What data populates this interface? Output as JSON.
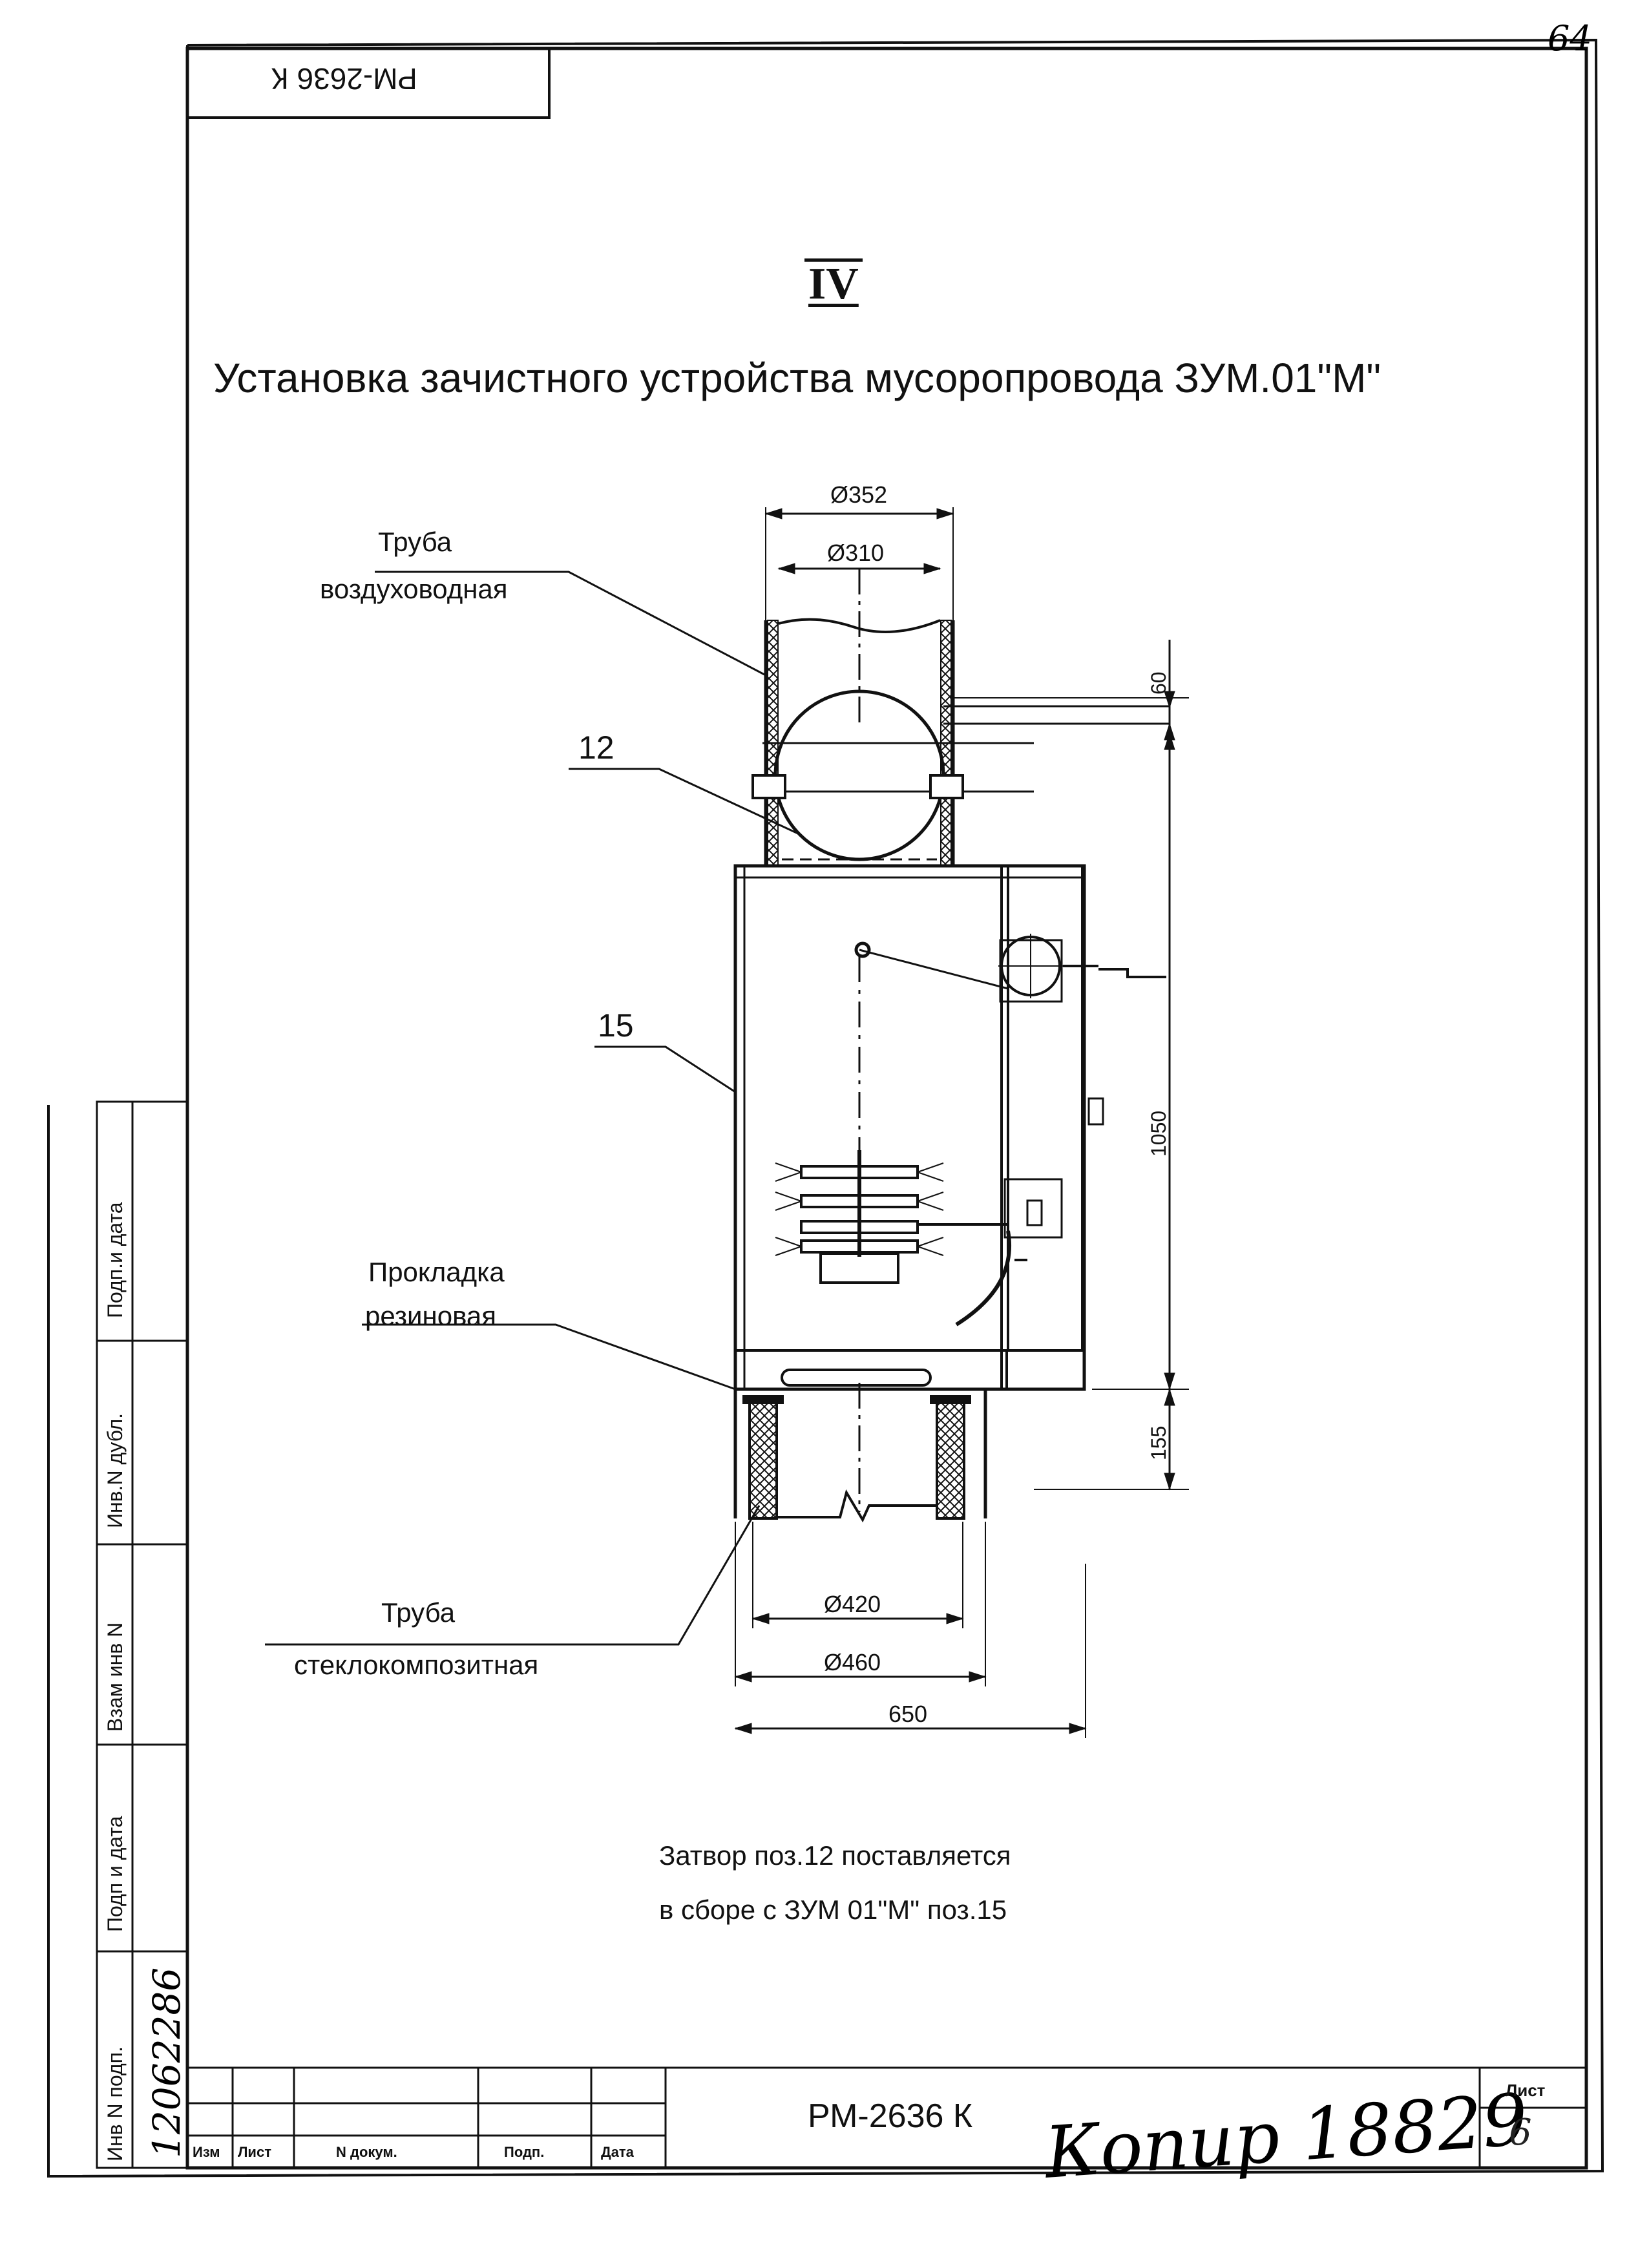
{
  "header": {
    "sheet_number_handwritten": "64",
    "top_stamp": "РМ-2636 К",
    "section_numeral": "IV",
    "title": "Установка зачистного устройства мусоропровода ЗУМ.01\"М\""
  },
  "callouts": {
    "air_pipe_line1": "Труба",
    "air_pipe_line2": "воздуховодная",
    "pos12": "12",
    "pos15": "15",
    "gasket_line1": "Прокладка",
    "gasket_line2": "резиновая",
    "glass_pipe_line1": "Труба",
    "glass_pipe_line2": "стеклокомпозитная"
  },
  "dimensions": {
    "d352": "Ø352",
    "d310": "Ø310",
    "h60": "60",
    "h1050": "1050",
    "h155": "155",
    "d420": "Ø420",
    "d460": "Ø460",
    "w650": "650"
  },
  "note": {
    "line1": "Затвор поз.12 поставляется",
    "line2": "в сборе с ЗУМ 01\"М\"  поз.15"
  },
  "side_stamp": {
    "f1": "Подп.и дата",
    "f2": "Инв.N дубл.",
    "f3": "Взам инв N",
    "f4": "Подп и дата",
    "f5": "Инв N подп.",
    "inv_value_handwritten": "12062286"
  },
  "title_block": {
    "col_izm": "Изм",
    "col_list": "Лист",
    "col_ndoc": "N докум.",
    "col_podp": "Подп.",
    "col_data": "Дата",
    "doc_code": "РМ-2636 К",
    "sheet_label": "Лист",
    "sheet_value": "6",
    "copy_signature": "Копир 18829"
  }
}
